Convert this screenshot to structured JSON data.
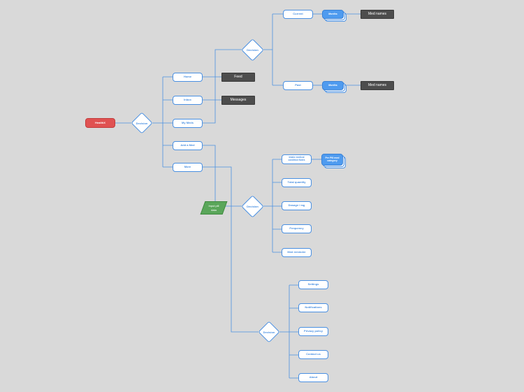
{
  "root": {
    "label": "HealthX"
  },
  "decisions": {
    "main": "Decision",
    "meds": "Decision",
    "add": "Decision",
    "more": "Decision"
  },
  "menu": {
    "home": "Home",
    "inbox": "Inbox",
    "my_meds": "My Meds",
    "add_med": "Add a Med",
    "more": "More"
  },
  "screens": {
    "feed": "Feed",
    "messages": "Messages"
  },
  "meds_branch": {
    "current": "Current",
    "past": "Past",
    "months_current": "Months",
    "months_past": "Months",
    "med_names_current": "Med names",
    "med_names_past": "Med names"
  },
  "input": {
    "line1": "Input pill",
    "line2": "data"
  },
  "add_fields": {
    "intake": "Intake medical condition Notes",
    "total_quantity": "Total quantity",
    "dosage": "Dosage / mg",
    "frequency": "Frequency",
    "med_reminder": "Med reminder",
    "per_pill": "Per Pill med category"
  },
  "more_items": {
    "settings": "Settings",
    "notifications": "Notifications",
    "privacy": "Privacy policy",
    "contact": "Contact us",
    "about": "About"
  },
  "colors": {
    "background": "#d9d9d9",
    "connector": "#4a90e2",
    "root": "#e05252",
    "input": "#5aa65a",
    "screen": "#4d4d4d",
    "highlight": "#4f9bef"
  }
}
